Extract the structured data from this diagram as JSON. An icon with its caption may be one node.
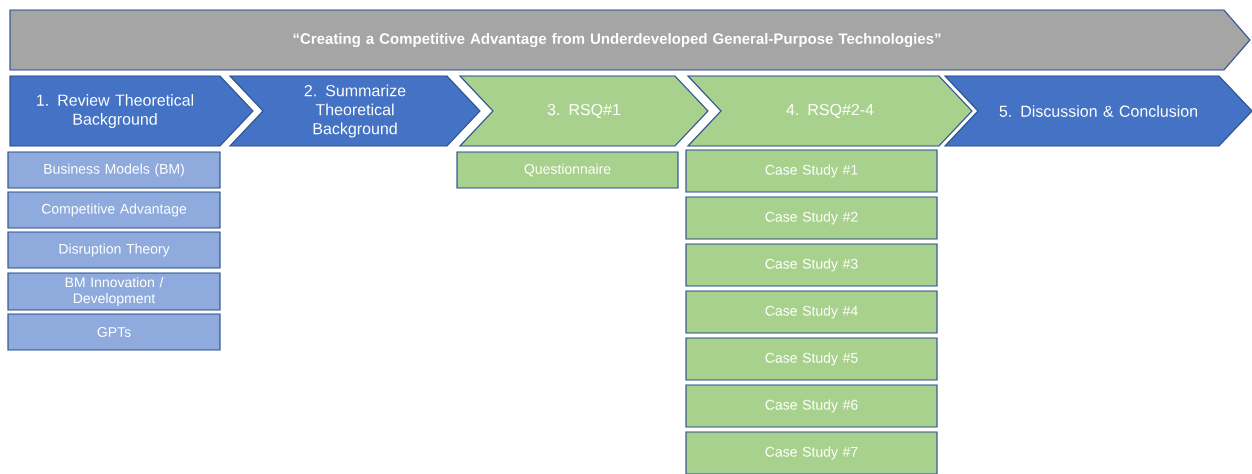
{
  "diagram": {
    "nodes": [
      {
        "text": [
          "“Creating a Competitive Advantage from Underdeveloped General-Purpose Technologies”"
        ]
      },
      {
        "text": [
          "1. Review Theoretical Background"
        ]
      },
      {
        "text": [
          "2. Summarize Theoretical Background"
        ]
      },
      {
        "text": [
          "3. RSQ#1"
        ]
      },
      {
        "text": [
          "4. RSQ#2-4"
        ]
      },
      {
        "text": [
          "5. Discussion & Conclusion"
        ]
      },
      {
        "text": [
          "Business Models (BM)"
        ]
      },
      {
        "text": [
          "Competitive Advantage"
        ]
      },
      {
        "text": [
          "Disruption Theory"
        ]
      },
      {
        "text": [
          "BM Innovation / Development"
        ]
      },
      {
        "text": [
          "GPTs"
        ]
      },
      {
        "text": [
          "Questionnaire"
        ]
      },
      {
        "text": [
          "Case Study #1"
        ]
      },
      {
        "text": [
          "Case Study #2"
        ]
      },
      {
        "text": [
          "Case Study #3"
        ]
      },
      {
        "text": [
          "Case Study #4"
        ]
      },
      {
        "text": [
          "Case Study #5"
        ]
      },
      {
        "text": [
          "Case Study #6"
        ]
      },
      {
        "text": [
          "Case Study #7"
        ]
      }
    ]
  }
}
